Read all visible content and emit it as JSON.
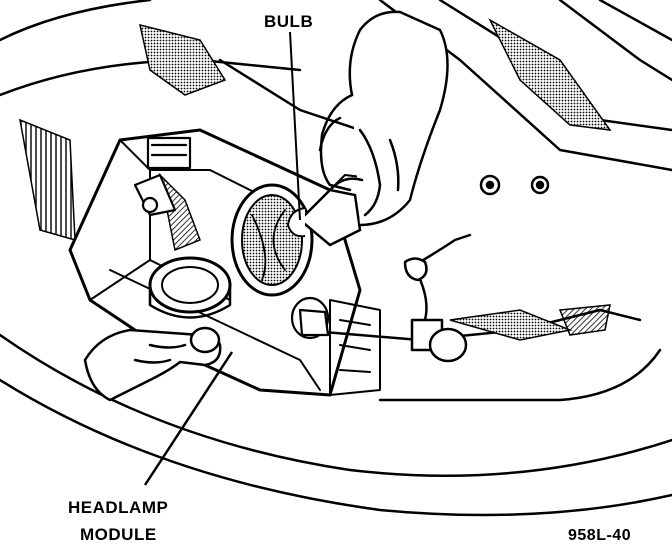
{
  "labels": {
    "bulb": "BULB",
    "headlamp_line1": "HEADLAMP",
    "headlamp_line2": "MODULE",
    "figure_code": "958L-40"
  },
  "colors": {
    "ink": "#000000",
    "paper": "#ffffff",
    "shade": "#7a7a7a"
  }
}
